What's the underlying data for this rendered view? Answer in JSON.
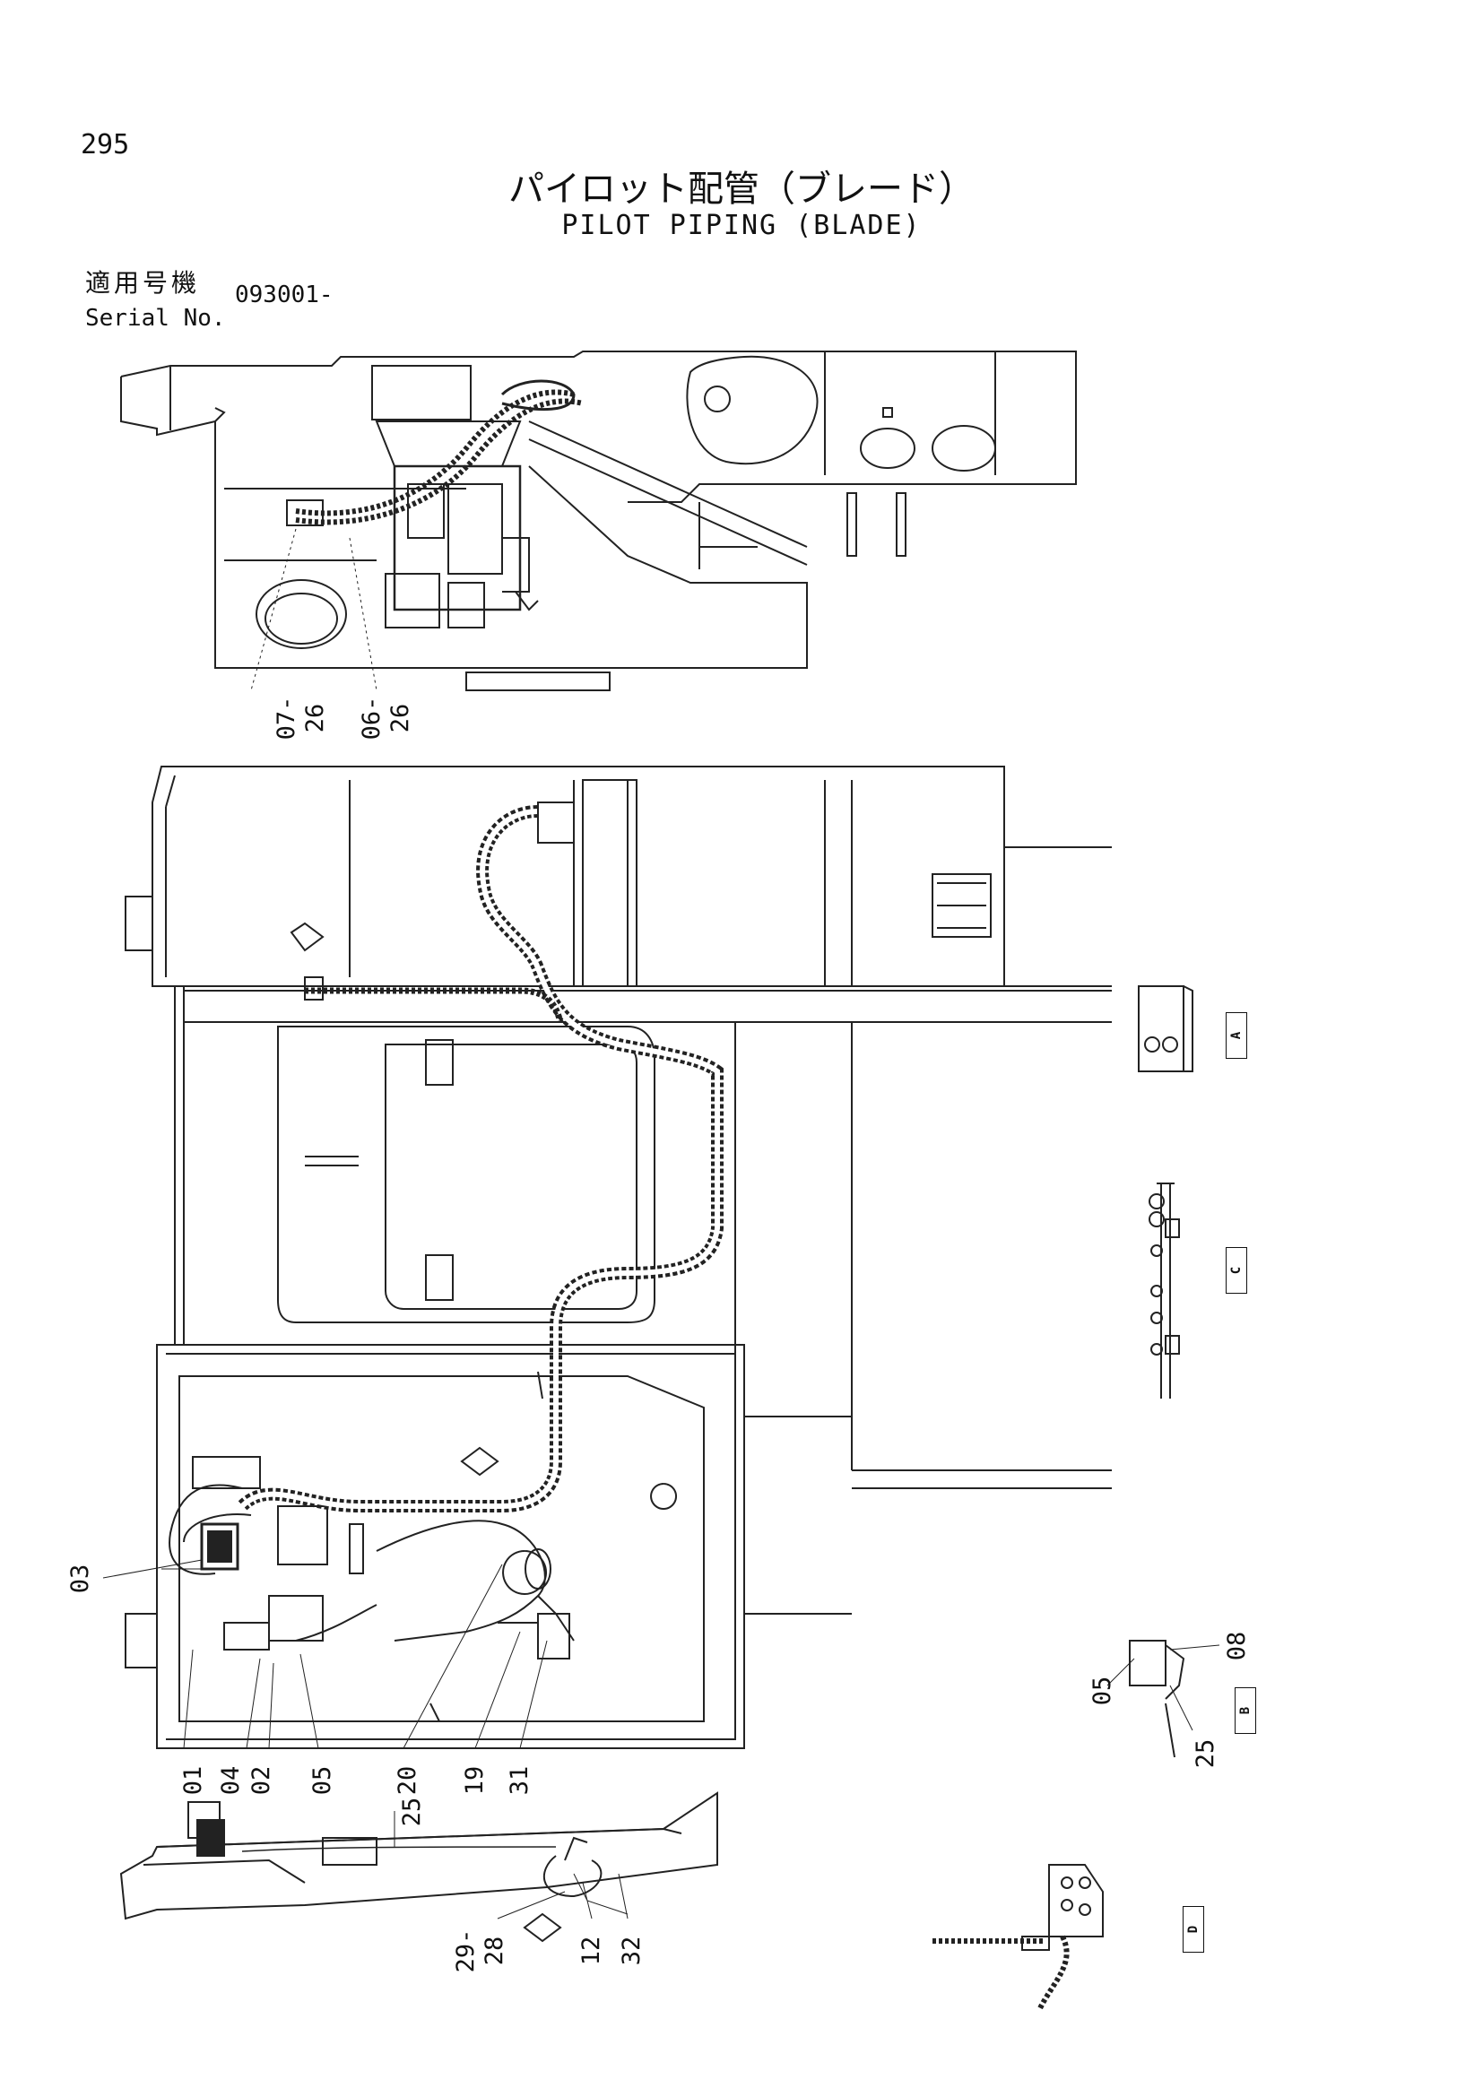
{
  "page_number": "295",
  "title_jp": "パイロット配管（ブレード）",
  "title_en": "PILOT PIPING (BLADE)",
  "serial_label_jp": "適用号機",
  "serial_label_en": "Serial No.",
  "serial_value": "093001-",
  "callouts": {
    "c07_26": "07-26",
    "c06_26": "06-26",
    "c03": "03",
    "c01": "01",
    "c04": "04",
    "c02": "02",
    "c05": "05",
    "c20": "20",
    "c19": "19",
    "c31": "31",
    "c25": "25",
    "c29_28": "29-28",
    "c12": "12",
    "c32": "32",
    "d05": "05",
    "d08": "08",
    "d25": "25"
  },
  "section_labels": {
    "a": "A",
    "b": "B",
    "c": "C",
    "d": "D"
  }
}
